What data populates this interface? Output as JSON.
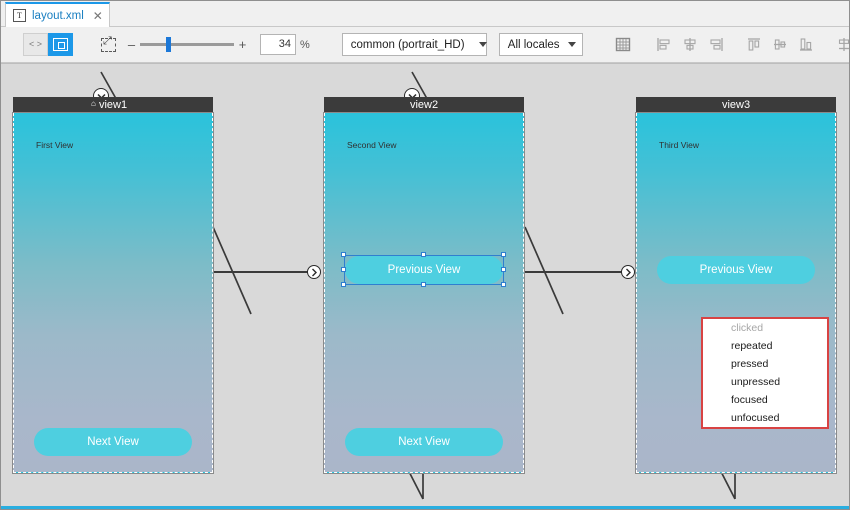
{
  "window": {
    "tab": {
      "label": "layout.xml",
      "icon": "text-file-icon",
      "icon_glyph": "T",
      "close_glyph": "✕"
    }
  },
  "toolbar": {
    "source_view_button": {
      "name": "code-view-toggle",
      "glyph": "< >",
      "active": false
    },
    "design_view_button": {
      "name": "design-view-toggle",
      "active": true
    },
    "fit_button": {
      "name": "fit-to-screen-button"
    },
    "zoom": {
      "minus": "–",
      "plus": "+",
      "value": "34",
      "unit": "%"
    },
    "config_select": {
      "value": "common (portrait_HD)",
      "options": [
        "common (portrait_HD)"
      ]
    },
    "locale_select": {
      "value": "All locales",
      "options": [
        "All locales"
      ]
    },
    "grid_button": {
      "name": "grid-overlay-button"
    },
    "align_buttons": [
      {
        "name": "align-left-button"
      },
      {
        "name": "align-center-horizontal-button"
      },
      {
        "name": "align-right-button"
      },
      {
        "name": "align-top-button"
      },
      {
        "name": "align-middle-vertical-button"
      },
      {
        "name": "align-bottom-button"
      },
      {
        "name": "distribute-vertical-button"
      },
      {
        "name": "distribute-horizontal-button"
      }
    ]
  },
  "canvas": {
    "views": [
      {
        "id": "view1",
        "title": "view1",
        "is_home": true,
        "has_chevron_badge": true,
        "label": "First View",
        "buttons": [
          {
            "text": "Next View",
            "selected": false,
            "position": "bottom"
          }
        ]
      },
      {
        "id": "view2",
        "title": "view2",
        "is_home": false,
        "has_chevron_badge": true,
        "label": "Second View",
        "buttons": [
          {
            "text": "Previous View",
            "selected": true,
            "position": "middle"
          },
          {
            "text": "Next View",
            "selected": false,
            "position": "bottom"
          }
        ]
      },
      {
        "id": "view3",
        "title": "view3",
        "is_home": false,
        "has_chevron_badge": false,
        "label": "Third View",
        "buttons": [
          {
            "text": "Previous View",
            "selected": false,
            "position": "middle"
          }
        ],
        "event_list": {
          "border_color": "#d84343",
          "items": [
            {
              "text": "clicked",
              "dimmed": true
            },
            {
              "text": "repeated",
              "dimmed": false
            },
            {
              "text": "pressed",
              "dimmed": false
            },
            {
              "text": "unpressed",
              "dimmed": false
            },
            {
              "text": "focused",
              "dimmed": false
            },
            {
              "text": "unfocused",
              "dimmed": false
            }
          ]
        }
      }
    ]
  },
  "colors": {
    "accent": "#1c98e8",
    "button_fill": "#4ecfe0",
    "title_bar": "#3b3b3b",
    "canvas_bg": "#d9d9d9",
    "selection": "#2f7fd0",
    "list_border": "#d84343",
    "gradient_top": "#2ac3dc",
    "gradient_bottom": "#aab6c9"
  }
}
